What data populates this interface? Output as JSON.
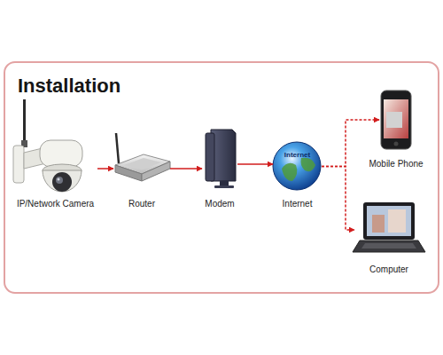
{
  "diagram": {
    "title": "Installation",
    "nodes": [
      {
        "text": [
          "IP/Network Camera"
        ]
      },
      {
        "text": [
          "Router"
        ]
      },
      {
        "text": [
          "Modem"
        ]
      },
      {
        "text": [
          "Internet",
          "Internet"
        ]
      },
      {
        "text": [
          "Mobile Phone"
        ]
      },
      {
        "text": [
          "Computer"
        ]
      }
    ],
    "edges": [
      {
        "from": 0,
        "to": 1,
        "arrow": "to"
      },
      {
        "from": 1,
        "to": 2,
        "arrow": "to"
      },
      {
        "from": 2,
        "to": 3,
        "arrow": "to"
      },
      {
        "from": 3,
        "to": 4,
        "arrow": "to"
      },
      {
        "from": 3,
        "to": 5,
        "arrow": "to"
      }
    ]
  }
}
